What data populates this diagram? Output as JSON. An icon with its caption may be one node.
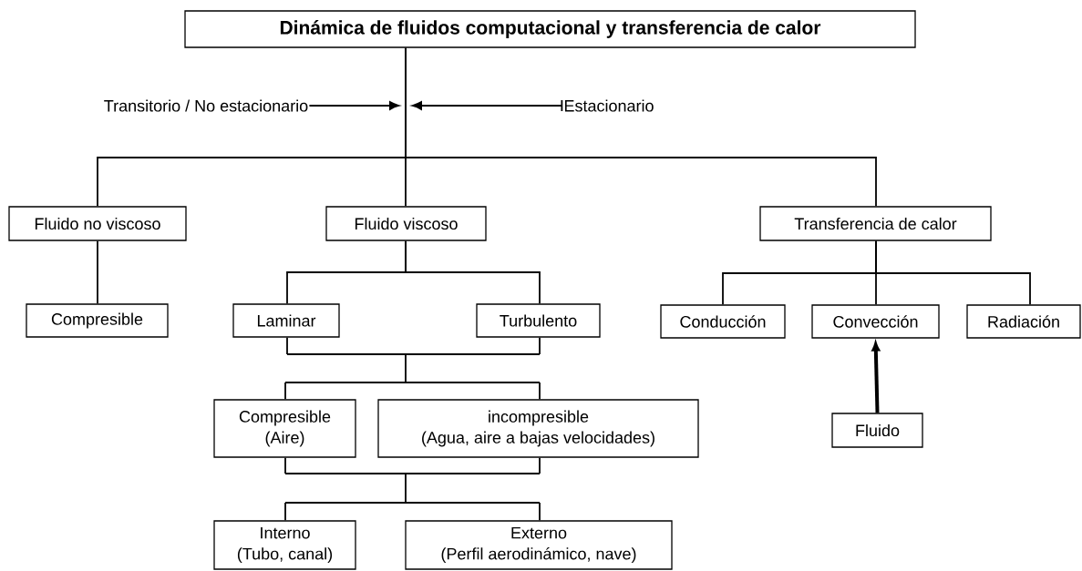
{
  "diagram": {
    "nodes": [
      {
        "text": [
          "Dinámica de fluidos computacional y transferencia de calor"
        ]
      },
      {
        "text": [
          "Transitorio / No estacionario"
        ]
      },
      {
        "text": [
          "Estacionario"
        ]
      },
      {
        "text": [
          "Fluido no viscoso"
        ]
      },
      {
        "text": [
          "Fluido viscoso"
        ]
      },
      {
        "text": [
          "Transferencia de calor"
        ]
      },
      {
        "text": [
          "Compresible"
        ]
      },
      {
        "text": [
          "Laminar"
        ]
      },
      {
        "text": [
          "Turbulento"
        ]
      },
      {
        "text": [
          "Conducción"
        ]
      },
      {
        "text": [
          "Convección"
        ]
      },
      {
        "text": [
          "Radiación"
        ]
      },
      {
        "text": [
          "Compresible",
          "(Aire)"
        ]
      },
      {
        "text": [
          "incompresible",
          "(Agua, aire a bajas velocidades)"
        ]
      },
      {
        "text": [
          "Fluido"
        ]
      },
      {
        "text": [
          "Interno",
          "(Tubo, canal)"
        ]
      },
      {
        "text": [
          "Externo",
          "(Perfil aerodinámico, nave)"
        ]
      }
    ],
    "edges": [
      {
        "from": 0,
        "to": 3,
        "arrow": "none"
      },
      {
        "from": 0,
        "to": 4,
        "arrow": "none"
      },
      {
        "from": 0,
        "to": 5,
        "arrow": "none"
      },
      {
        "from": 1,
        "to": null,
        "arrow": "to"
      },
      {
        "from": 2,
        "to": null,
        "arrow": "to"
      },
      {
        "from": 3,
        "to": 6,
        "arrow": "none"
      },
      {
        "from": 4,
        "to": 7,
        "arrow": "none"
      },
      {
        "from": 4,
        "to": 8,
        "arrow": "none"
      },
      {
        "from": 5,
        "to": 9,
        "arrow": "none"
      },
      {
        "from": 5,
        "to": 10,
        "arrow": "none"
      },
      {
        "from": 5,
        "to": 11,
        "arrow": "none"
      },
      {
        "from": 7,
        "to": 12,
        "arrow": "none"
      },
      {
        "from": 7,
        "to": 13,
        "arrow": "none"
      },
      {
        "from": 8,
        "to": 12,
        "arrow": "none"
      },
      {
        "from": 8,
        "to": 13,
        "arrow": "none"
      },
      {
        "from": 14,
        "to": 10,
        "arrow": "to",
        "style": "thick"
      },
      {
        "from": 12,
        "to": 15,
        "arrow": "none"
      },
      {
        "from": 12,
        "to": 16,
        "arrow": "none"
      },
      {
        "from": 13,
        "to": 15,
        "arrow": "none"
      },
      {
        "from": 13,
        "to": 16,
        "arrow": "none"
      }
    ]
  }
}
